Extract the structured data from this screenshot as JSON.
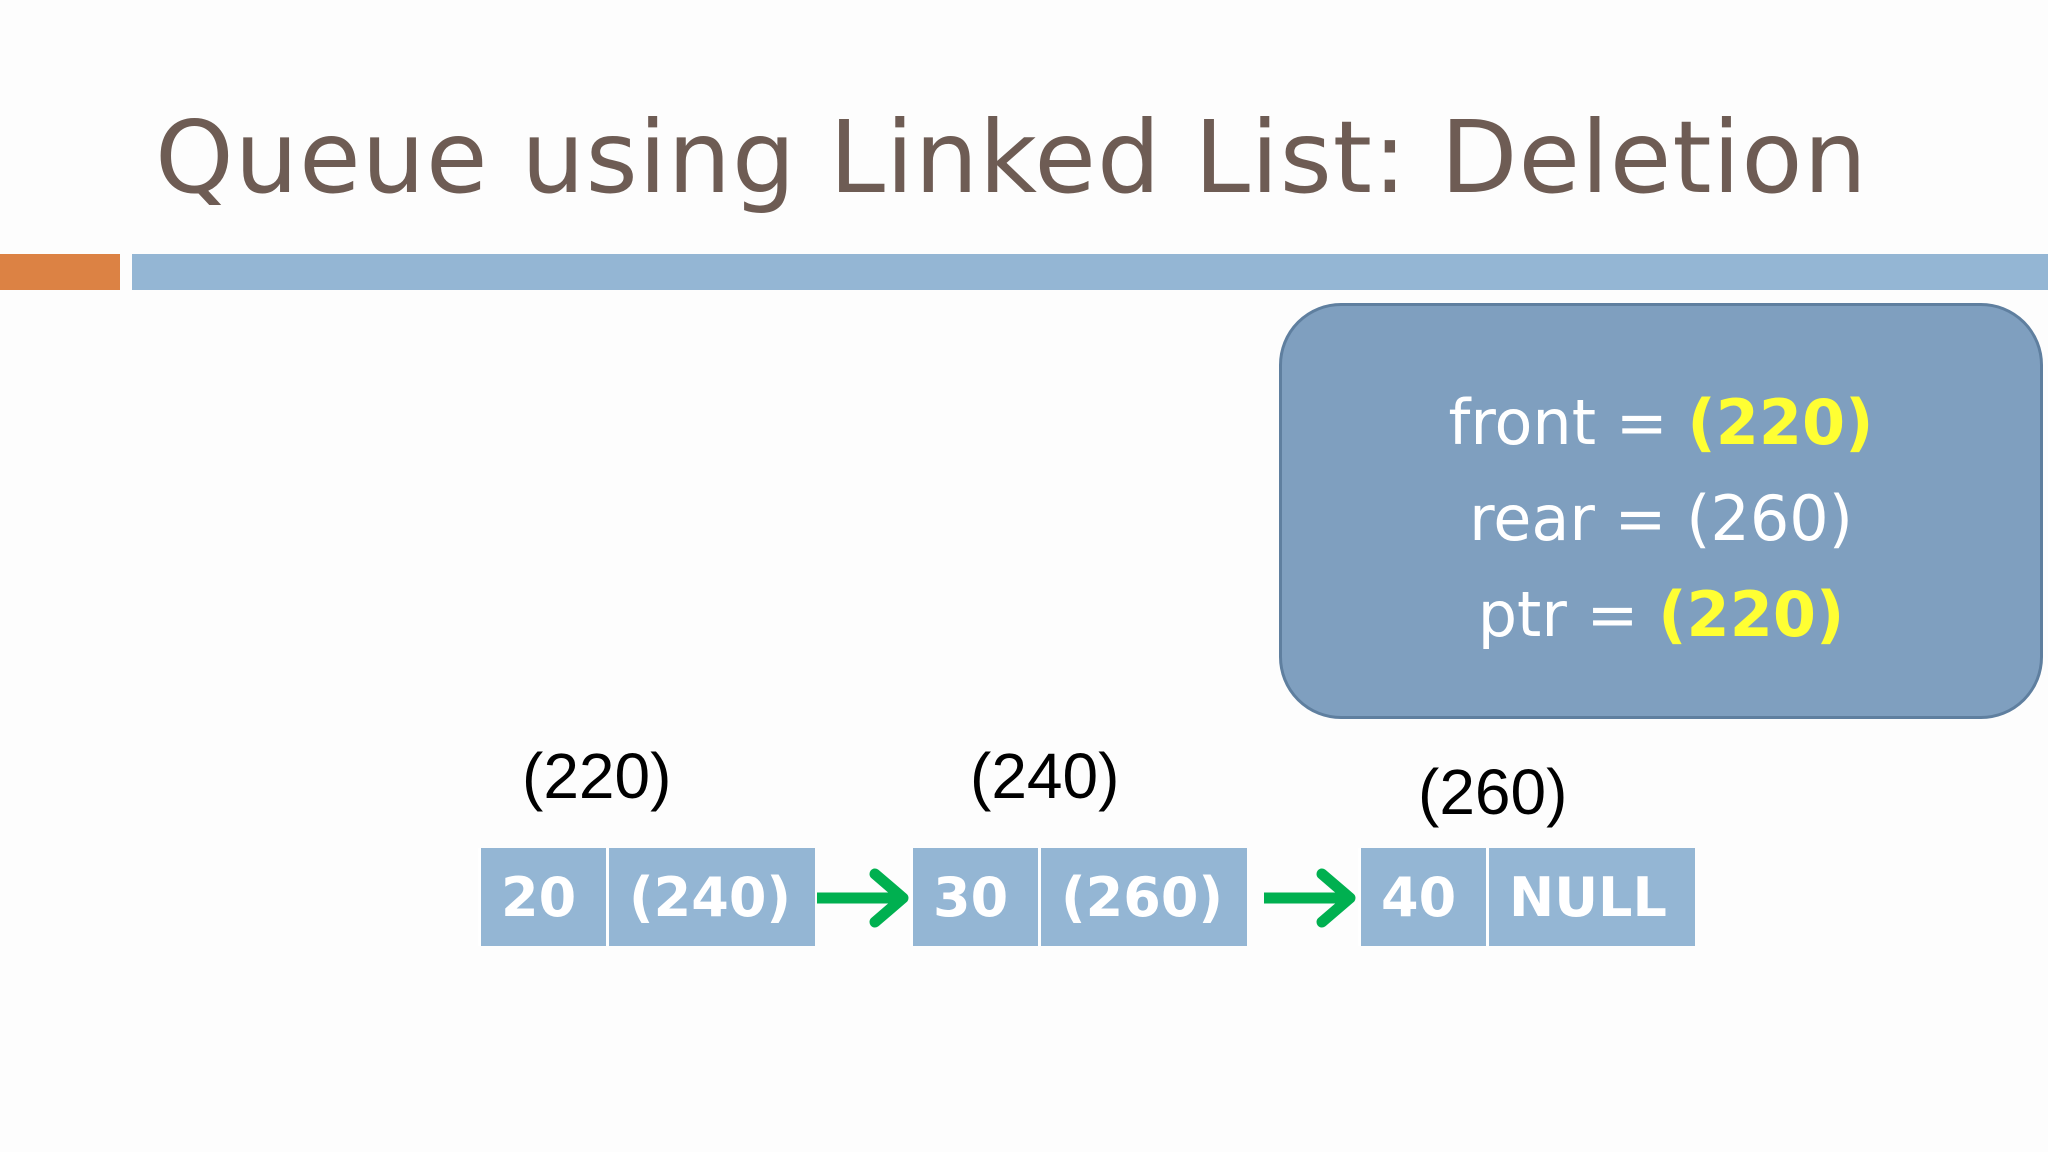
{
  "slide": {
    "title": "Queue using Linked List: Deletion",
    "colors": {
      "title": "#6e5c54",
      "accent_orange": "#dc8244",
      "accent_blue": "#94b6d4",
      "var_box": "#7f9fbf",
      "highlight": "#ffff33",
      "arrow": "#00b050"
    }
  },
  "variables": {
    "front": {
      "label": "front =",
      "value": "(220)",
      "highlighted": true
    },
    "rear": {
      "label": "rear =",
      "value": "(260)",
      "highlighted": false
    },
    "ptr": {
      "label": "ptr =",
      "value": "(220)",
      "highlighted": true
    }
  },
  "nodes": [
    {
      "address": "(220)",
      "data": "20",
      "next": "(240)"
    },
    {
      "address": "(240)",
      "data": "30",
      "next": "(260)"
    },
    {
      "address": "(260)",
      "data": "40",
      "next": "NULL"
    }
  ]
}
